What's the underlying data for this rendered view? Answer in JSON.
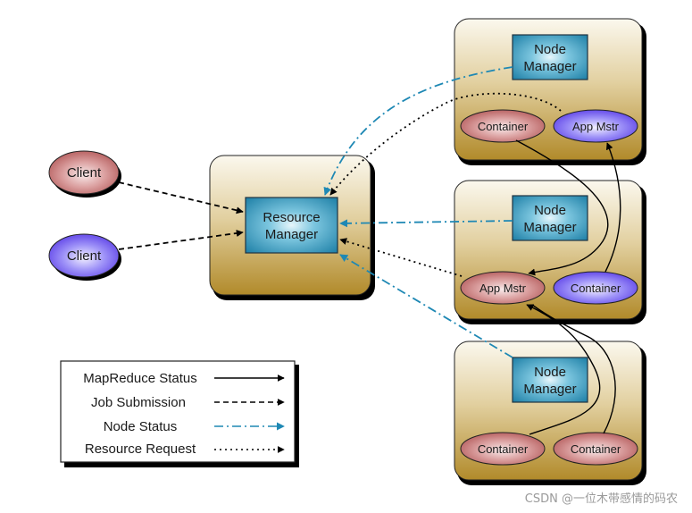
{
  "title": "YARN Architecture",
  "resource_manager": {
    "line1": "Resource",
    "line2": "Manager"
  },
  "clients": [
    {
      "label": "Client",
      "color": "red"
    },
    {
      "label": "Client",
      "color": "blue"
    }
  ],
  "nodes": [
    {
      "nm_line1": "Node",
      "nm_line2": "Manager",
      "left": {
        "label": "Container",
        "color": "red"
      },
      "right": {
        "label": "App Mstr",
        "color": "blue"
      }
    },
    {
      "nm_line1": "Node",
      "nm_line2": "Manager",
      "left": {
        "label": "App Mstr",
        "color": "red"
      },
      "right": {
        "label": "Container",
        "color": "blue"
      }
    },
    {
      "nm_line1": "Node",
      "nm_line2": "Manager",
      "left": {
        "label": "Container",
        "color": "red"
      },
      "right": {
        "label": "Container",
        "color": "red"
      }
    }
  ],
  "legend": [
    {
      "label": "MapReduce Status",
      "style": "solid"
    },
    {
      "label": "Job Submission",
      "style": "dashed"
    },
    {
      "label": "Node Status",
      "style": "dashdot"
    },
    {
      "label": "Resource Request",
      "style": "dotted"
    }
  ],
  "colors": {
    "node_status": "#1e88b4",
    "red_ellipse": "#c97a7a",
    "blue_ellipse": "#7a6cf0",
    "box_gold": "#b8942e",
    "manager_blue": "#2a8fb5"
  },
  "watermark": "CSDN @一位木带感情的码农"
}
